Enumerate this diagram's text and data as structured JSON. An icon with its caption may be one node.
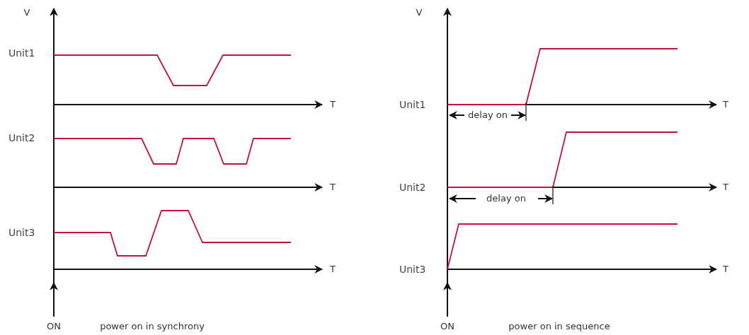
{
  "diagram": {
    "labels": [
      "V",
      "Unit1",
      "T",
      "Unit2",
      "T",
      "Unit3",
      "T",
      "ON",
      "power on in synchrony",
      "V",
      "Unit1",
      "delay on",
      "T",
      "Unit2",
      "delay on",
      "T",
      "Unit3",
      "T",
      "ON",
      "power on in sequence"
    ]
  }
}
